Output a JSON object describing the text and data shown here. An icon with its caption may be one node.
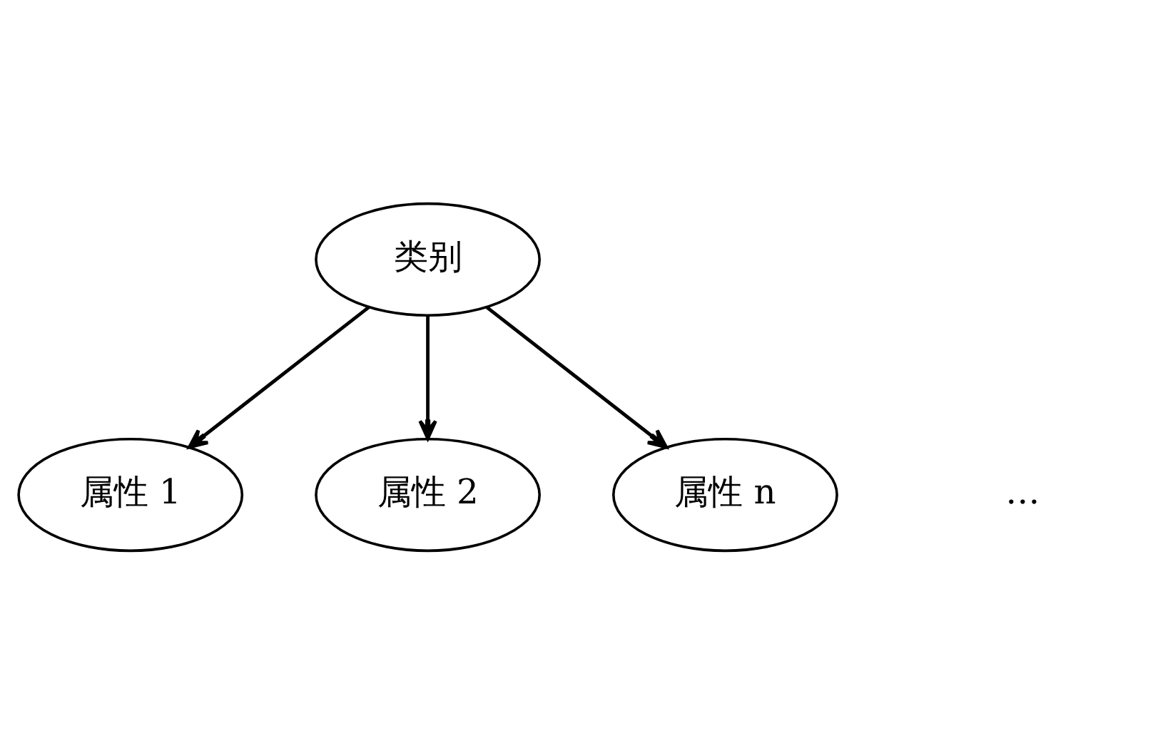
{
  "diagram": {
    "nodes": [
      {
        "text": [
          "类别"
        ]
      },
      {
        "text": [
          "属性 1"
        ]
      },
      {
        "text": [
          "属性 2"
        ]
      },
      {
        "text": [
          "属性 n"
        ]
      }
    ],
    "edges": [
      {
        "from": 0,
        "to": 1,
        "arrow": "to"
      },
      {
        "from": 0,
        "to": 2,
        "arrow": "to"
      },
      {
        "from": 0,
        "to": 3,
        "arrow": "to"
      }
    ],
    "labels": [
      "…"
    ]
  }
}
